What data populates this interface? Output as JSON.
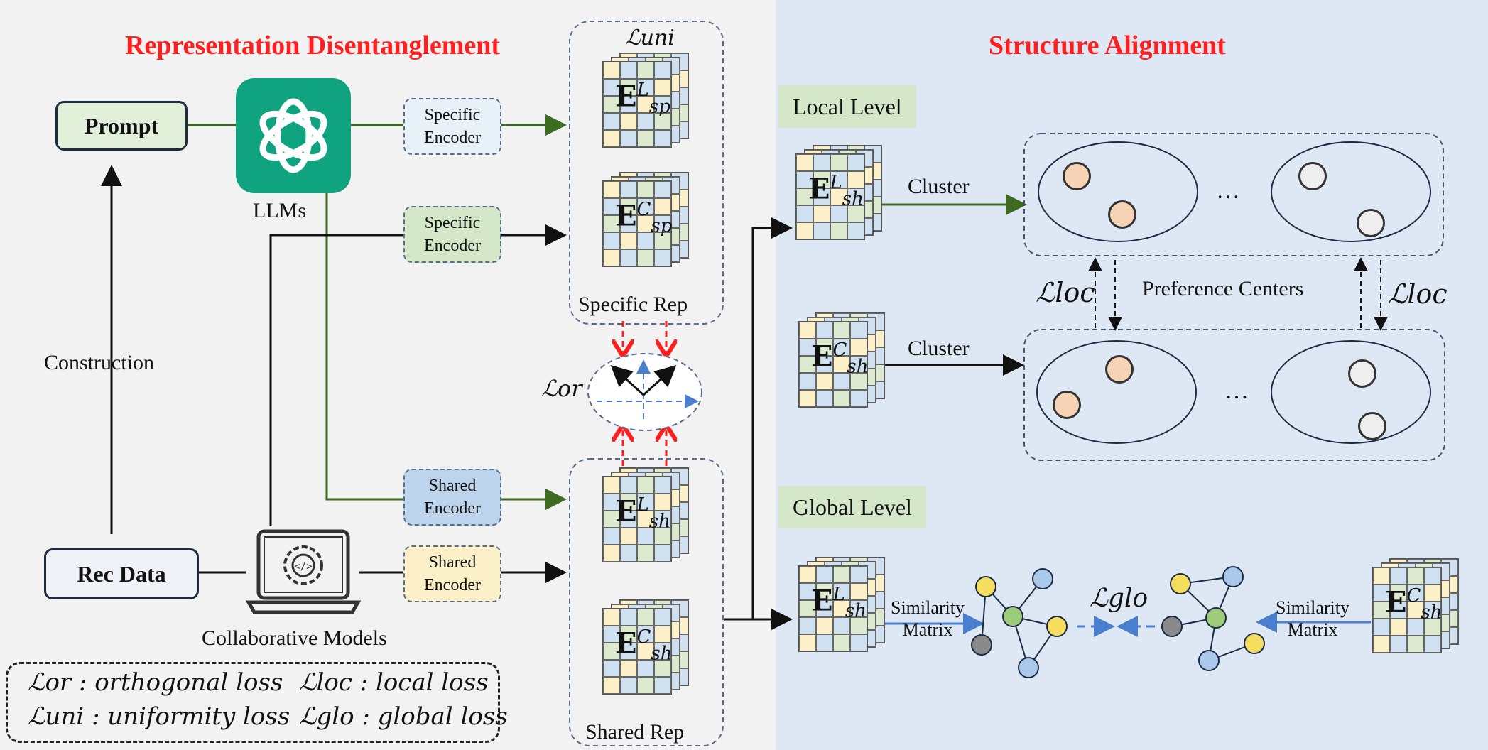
{
  "titles": {
    "left": "Representation Disentanglement",
    "right": "Structure Alignment"
  },
  "inputs": {
    "prompt": "Prompt",
    "rec_data": "Rec Data",
    "construction": "Construction"
  },
  "models": {
    "llm_label": "LLMs",
    "collab_label": "Collaborative Models"
  },
  "encoders": {
    "specific_llm": "Specific Encoder",
    "specific_cf": "Specific Encoder",
    "shared_llm": "Shared Encoder",
    "shared_cf": "Shared Encoder"
  },
  "representations": {
    "specific_rep": "Specific Rep",
    "shared_rep": "Shared Rep",
    "loss_uni": "ℒuni",
    "loss_or": "ℒor"
  },
  "alignment": {
    "local_level": "Local Level",
    "global_level": "Global Level",
    "cluster_1": "Cluster",
    "cluster_2": "Cluster",
    "preference_centers": "Preference Centers",
    "ellipsis_1": "…",
    "ellipsis_2": "…",
    "loss_loc_left": "ℒloc",
    "loss_loc_right": "ℒloc",
    "loss_glo": "ℒglo",
    "similarity_left": "Similarity Matrix",
    "similarity_right": "Similarity Matrix"
  },
  "matrix_labels": {
    "e_sp_l_base": "E",
    "e_sp_l_sup": "L",
    "e_sp_l_sub": "sp",
    "e_sp_c_base": "E",
    "e_sp_c_sup": "C",
    "e_sp_c_sub": "sp",
    "e_sh_l_base": "E",
    "e_sh_l_sup": "L",
    "e_sh_l_sub": "sh",
    "e_sh_c_base": "E",
    "e_sh_c_sup": "C",
    "e_sh_c_sub": "sh"
  },
  "legend": {
    "or": "ℒor : orthogonal loss",
    "loc": "ℒloc : local loss",
    "uni": "ℒuni : uniformity loss",
    "glo": "ℒglo : global loss"
  },
  "colors": {
    "green_arrow": "#3d6b22",
    "red_dashed": "#ff1f1f",
    "blue_arrow": "#4a7fd0",
    "llm_green": "#10a37f",
    "cell_blue": "#cfe0f1",
    "cell_green": "#dcebd0",
    "cell_yellow": "#fbf0c8",
    "node_yellow": "#f5de5e",
    "node_green": "#9ccc7a",
    "node_blue": "#a9c8ea",
    "node_gray": "#8a8a8a"
  },
  "icons": [
    "openai-logo-icon",
    "laptop-code-icon",
    "user-avatar-icon"
  ]
}
